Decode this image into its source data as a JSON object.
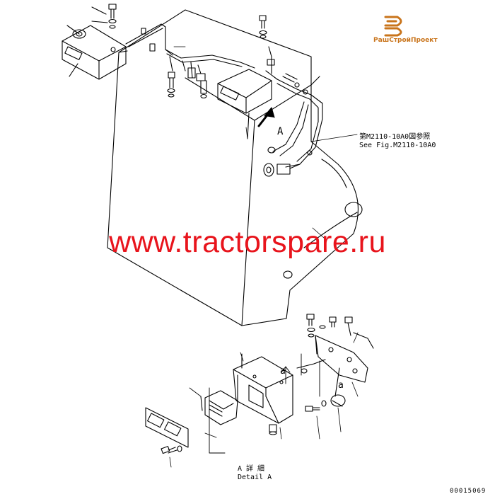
{
  "diagram": {
    "ref_jp": "第M2110-10A0図参照",
    "ref_en": "See Fig.M2110-10A0",
    "arrow_label": "A",
    "detail_jp": "A 詳 細",
    "detail_en": "Detail A",
    "sub_label_a": "a",
    "sub_label_a2": "a",
    "drawing_number": "00015069"
  },
  "branding": {
    "logo_text": "РашСтройПроект",
    "watermark": "www.tractorspare.ru",
    "logo_color": "#c9741b",
    "watermark_color": "#e8141c"
  }
}
